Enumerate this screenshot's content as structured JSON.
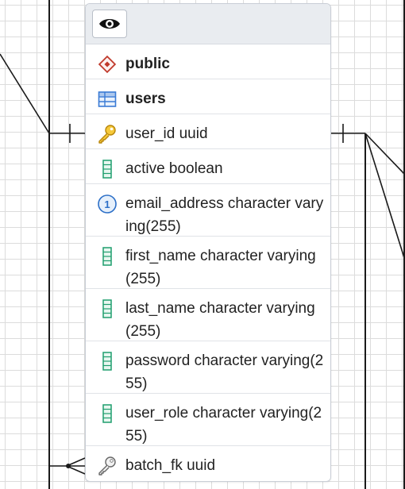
{
  "table": {
    "schema": "public",
    "name": "users",
    "columns": [
      {
        "label": "user_id uuid",
        "icon": "primary-key-icon"
      },
      {
        "label": "active boolean",
        "icon": "column-icon"
      },
      {
        "label": "email_address character varying(255)",
        "icon": "unique-constraint-icon"
      },
      {
        "label": "first_name character varying(255)",
        "icon": "column-icon"
      },
      {
        "label": "last_name character varying(255)",
        "icon": "column-icon"
      },
      {
        "label": "password character varying(255)",
        "icon": "column-icon"
      },
      {
        "label": "user_role character varying(255)",
        "icon": "column-icon"
      },
      {
        "label": "batch_fk uuid",
        "icon": "foreign-key-icon"
      }
    ]
  },
  "icons": {
    "header": "eye-icon",
    "schema": "schema-icon",
    "table": "table-icon"
  },
  "colors": {
    "schema_icon": "#c0392b",
    "table_icon": "#3a7bd5",
    "key_icon": "#e2b300",
    "column_icon": "#1f9e6e",
    "unique_icon": "#2c6fc7",
    "line": "#1a1a1a"
  }
}
